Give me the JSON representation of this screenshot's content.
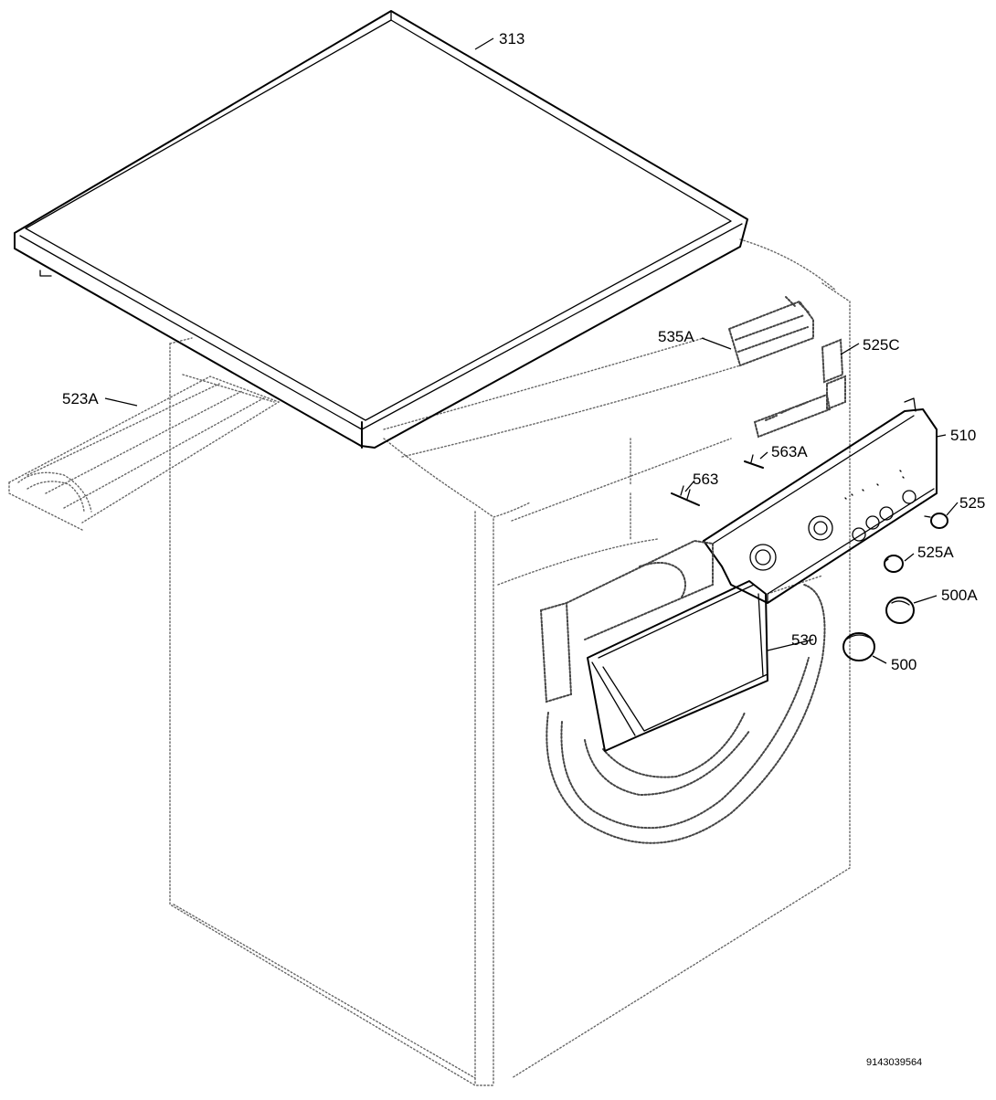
{
  "diagram": {
    "parts": [
      {
        "id": "lid",
        "label": "313"
      },
      {
        "id": "sensor-board",
        "label": "535A"
      },
      {
        "id": "control-board",
        "label": "525C"
      },
      {
        "id": "rail",
        "label": "523A"
      },
      {
        "id": "panel",
        "label": "510"
      },
      {
        "id": "pin-a",
        "label": "563A"
      },
      {
        "id": "pin",
        "label": "563"
      },
      {
        "id": "button",
        "label": "525"
      },
      {
        "id": "button-small",
        "label": "525A"
      },
      {
        "id": "knob-small",
        "label": "500A"
      },
      {
        "id": "drawer",
        "label": "530"
      },
      {
        "id": "knob",
        "label": "500"
      }
    ],
    "document_number": "9143039564"
  }
}
